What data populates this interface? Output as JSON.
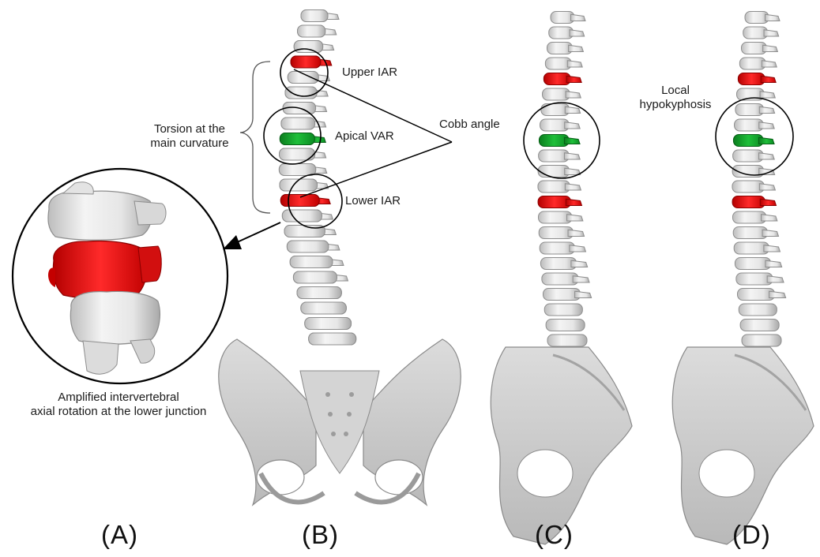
{
  "annotations": {
    "torsion_line1": "Torsion at the",
    "torsion_line2": "main curvature",
    "upper_iar": "Upper IAR",
    "apical_var": "Apical VAR",
    "lower_iar": "Lower IAR",
    "cobb_angle": "Cobb angle",
    "hypo_line1": "Local",
    "hypo_line2": "hypokyphosis",
    "amplified_line1": "Amplified intervertebral",
    "amplified_line2": "axial rotation at the lower junction"
  },
  "panels": {
    "a": "(A)",
    "b": "(B)",
    "c": "(C)",
    "d": "(D)"
  },
  "colors": {
    "bone": "#e9e9e9",
    "bone_edge": "#8f8f8f",
    "pelvis": "#cfcfcf",
    "iar_red": "#e01010",
    "var_green": "#12a12c",
    "annotation_line": "#000000"
  }
}
